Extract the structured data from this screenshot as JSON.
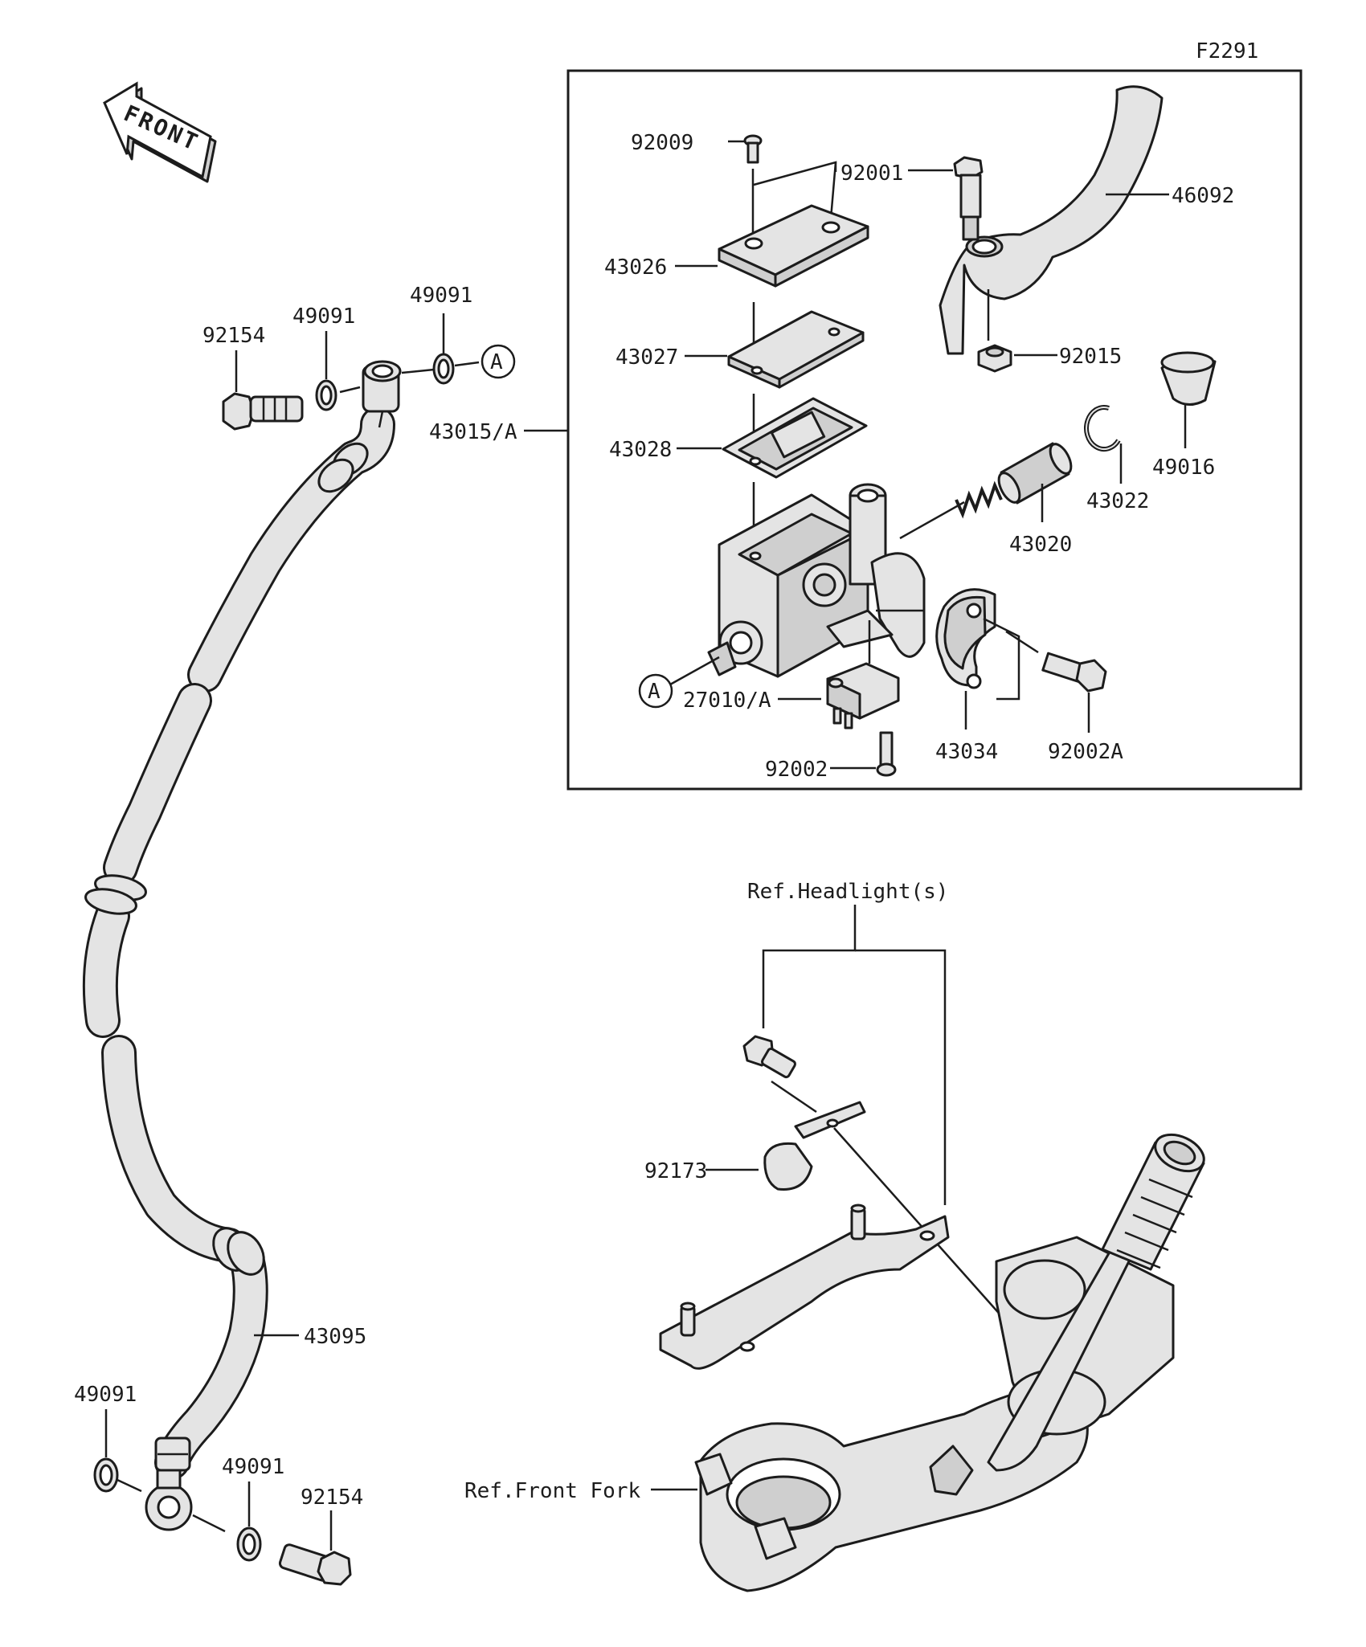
{
  "figure_code": "F2291",
  "front_label": "FRONT",
  "callout_letter": "A",
  "labels": {
    "p92009": "92009",
    "p92001": "92001",
    "p46092": "46092",
    "p43026": "43026",
    "p43027": "43027",
    "p92015": "92015",
    "p43015a": "43015/A",
    "p43028": "43028",
    "p43022": "43022",
    "p49016": "49016",
    "p43020": "43020",
    "p27010a": "27010/A",
    "p43034": "43034",
    "p92002a": "92002A",
    "p92002": "92002",
    "p92154_top": "92154",
    "p49091_top1": "49091",
    "p49091_top2": "49091",
    "p43095": "43095",
    "p49091_bot1": "49091",
    "p49091_bot2": "49091",
    "p92154_bot": "92154",
    "ref_headlight": "Ref.Headlight(s)",
    "p92173": "92173",
    "ref_front_fork": "Ref.Front Fork"
  }
}
